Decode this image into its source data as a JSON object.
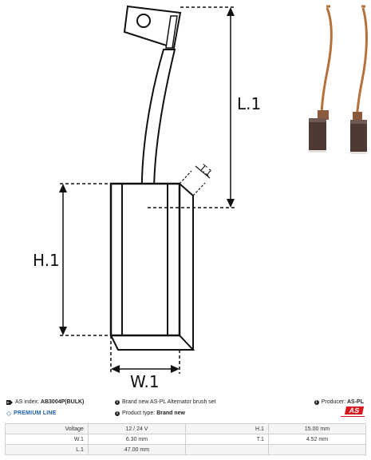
{
  "dimensions": {
    "l1": "L.1",
    "h1": "H.1",
    "w1": "W.1",
    "t1": "T.1"
  },
  "info": {
    "as_index_label": "AS index:",
    "as_index_value": "AB3004P(BULK)",
    "description": "Brand new AS-PL Alternator brush set",
    "producer_label": "Producer:",
    "producer_value": "AS-PL",
    "premium_line": "PREMIUM LINE",
    "product_type_label": "Product type:",
    "product_type_value": "Brand new",
    "logo_text": "AS"
  },
  "specs": [
    [
      {
        "k": "Voltage",
        "v": "12 / 24 V"
      },
      {
        "k": "H.1",
        "v": "15.00 mm"
      }
    ],
    [
      {
        "k": "W.1",
        "v": "6.30 mm"
      },
      {
        "k": "T.1",
        "v": "4.52 mm"
      }
    ],
    [
      {
        "k": "L.1",
        "v": "47.00 mm"
      },
      {
        "k": "",
        "v": ""
      }
    ]
  ],
  "colors": {
    "copper": "#b5713c",
    "carbon": "#4d3b33",
    "brand_red": "#d8161e",
    "premium_blue": "#1f5fa8"
  }
}
